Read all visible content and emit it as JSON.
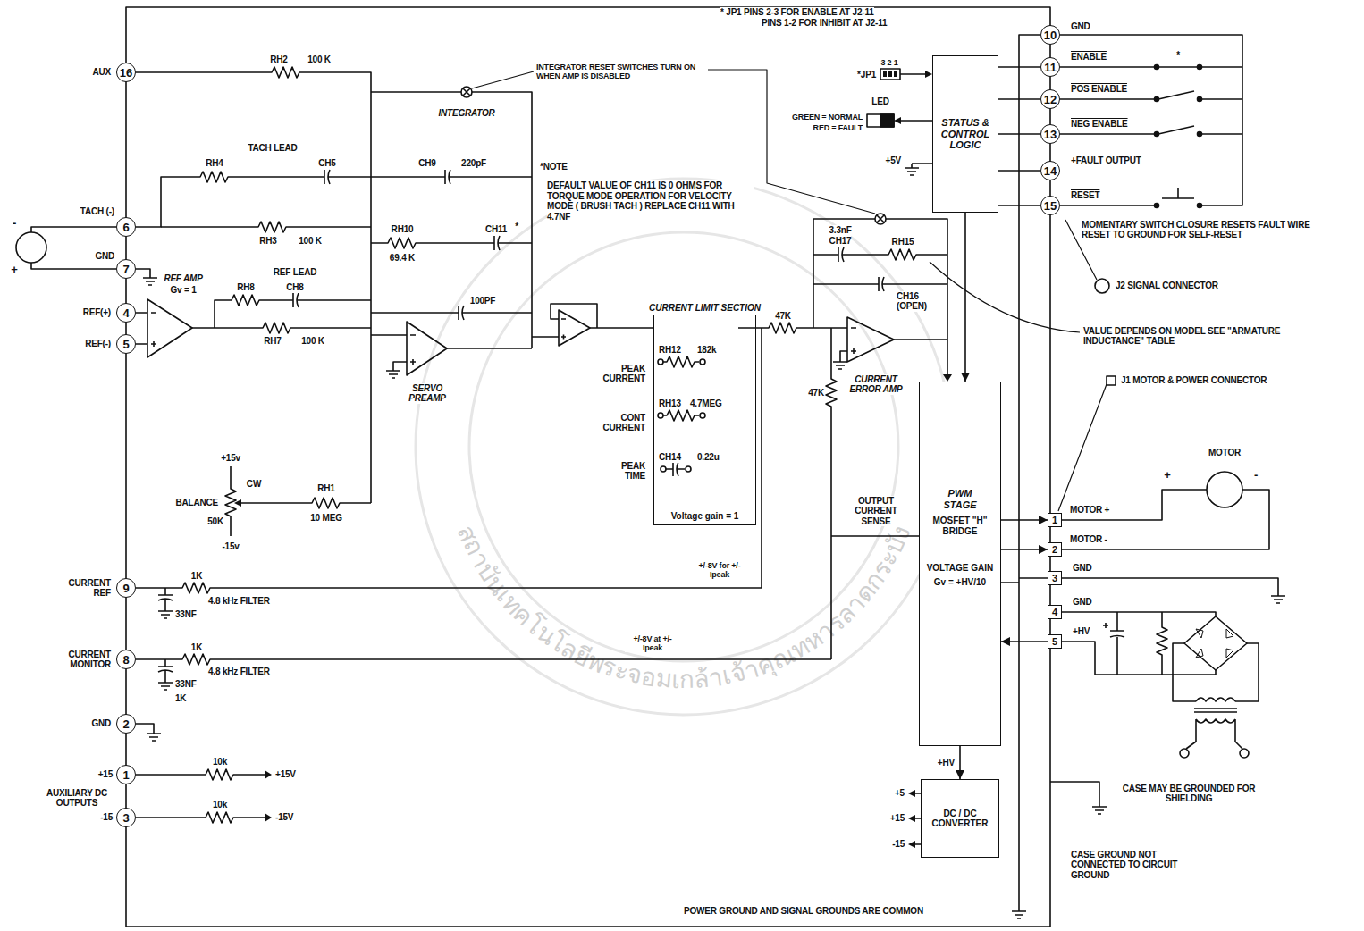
{
  "diagram": {
    "nodes": [
      {
        "text": [
          "16"
        ]
      },
      {
        "text": [
          "6"
        ]
      },
      {
        "text": [
          "7"
        ]
      },
      {
        "text": [
          "4"
        ]
      },
      {
        "text": [
          "5"
        ]
      },
      {
        "text": [
          "9"
        ]
      },
      {
        "text": [
          "8"
        ]
      },
      {
        "text": [
          "2"
        ]
      },
      {
        "text": [
          "1"
        ]
      },
      {
        "text": [
          "3"
        ]
      },
      {
        "text": [
          "STATUS & CONTROL LOGIC"
        ]
      },
      {
        "text": [
          "10"
        ]
      },
      {
        "text": [
          "11"
        ]
      },
      {
        "text": [
          "12"
        ]
      },
      {
        "text": [
          "13"
        ]
      },
      {
        "text": [
          "14"
        ]
      },
      {
        "text": [
          "15"
        ]
      },
      {
        "text": [
          "CURRENT LIMIT SECTION",
          "Voltage gain = 1"
        ]
      },
      {
        "text": [
          "PWM STAGE",
          "MOSFET \"H\" BRIDGE",
          "VOLTAGE GAIN",
          "Gv = +HV/10"
        ]
      },
      {
        "text": [
          "1"
        ]
      },
      {
        "text": [
          "2"
        ]
      },
      {
        "text": [
          "3"
        ]
      },
      {
        "text": [
          "4"
        ]
      },
      {
        "text": [
          "5"
        ]
      },
      {
        "text": [
          "DC / DC CONVERTER"
        ]
      }
    ],
    "edges": [
      {
        "from": 10,
        "to": 12,
        "arrow": "none"
      },
      {
        "from": 10,
        "to": 13,
        "arrow": "none"
      },
      {
        "from": 10,
        "to": 14,
        "arrow": "none"
      },
      {
        "from": 10,
        "to": 15,
        "arrow": "none"
      },
      {
        "from": 10,
        "to": 16,
        "arrow": "none"
      },
      {
        "from": 10,
        "to": 18,
        "arrow": "to"
      },
      {
        "from": 18,
        "to": 19,
        "arrow": "to"
      },
      {
        "from": 18,
        "to": 20,
        "arrow": "to"
      },
      {
        "from": 23,
        "to": 18,
        "arrow": "to"
      },
      {
        "from": 18,
        "to": 24,
        "arrow": "to",
        "label": "+HV"
      }
    ],
    "labels": [
      "* JP1 PINS 2-3 FOR ENABLE AT J2-11",
      "PINS 1-2 FOR INHIBIT AT J2-11",
      "AUX",
      "RH2",
      "100 K",
      "INTEGRATOR RESET SWITCHES TURN ON WHEN AMP IS DISABLED",
      "INTEGRATOR",
      "TACH (-)",
      "TACH LEAD",
      "RH4",
      "CH5",
      "CH9",
      "220pF",
      "*NOTE",
      "DEFAULT VALUE OF CH11 IS 0 OHMS FOR TORQUE MODE OPERATION FOR VELOCITY MODE ( BRUSH TACH ) REPLACE CH11 WITH 4.7NF",
      "RH10",
      "69.4 K",
      "CH11",
      "*",
      "RH3",
      "100 K",
      "GND",
      "-",
      "+",
      "REF LEAD",
      "REF AMP",
      "Gv = 1",
      "RH8",
      "CH8",
      "REF(+)",
      "REF(-)",
      "RH7",
      "100 K",
      "100PF",
      "SERVO PREAMP",
      "PEAK CURRENT",
      "RH12",
      "182k",
      "CONT CURRENT",
      "RH13",
      "4.7MEG",
      "PEAK TIME",
      "CH14",
      "0.22u",
      "47K",
      "3.3nF",
      "CH17",
      "RH15",
      "CH16 (OPEN)",
      "47K",
      "CURRENT ERROR AMP",
      "OUTPUT CURRENT SENSE",
      "BALANCE",
      "+15v",
      "CW",
      "50K",
      "-15v",
      "RH1",
      "10 MEG",
      "CURRENT REF",
      "1K",
      "4.8 kHz FILTER",
      "33NF",
      "+/-8V for +/-Ipeak",
      "+/-8V at +/-Ipeak",
      "CURRENT MONITOR",
      "1K",
      "4.8 kHz FILTER",
      "33NF",
      "1K",
      "GND",
      "AUXILIARY DC OUTPUTS",
      "+15",
      "-15",
      "10k",
      "+15V",
      "10k",
      "-15V",
      "+5V",
      "LED",
      "GREEN = NORMAL",
      "RED = FAULT",
      "*JP1",
      "3 2 1",
      "GND",
      "ENABLE",
      "*",
      "POS ENABLE",
      "NEG ENABLE",
      "+FAULT OUTPUT",
      "RESET",
      "MOMENTARY SWITCH CLOSURE RESETS FAULT WIRE RESET TO GROUND FOR SELF-RESET",
      "J2 SIGNAL CONNECTOR",
      "VALUE DEPENDS ON MODEL SEE \"ARMATURE INDUCTANCE\" TABLE",
      "J1 MOTOR & POWER CONNECTOR",
      "MOTOR",
      "+",
      "-",
      "MOTOR +",
      "MOTOR -",
      "GND",
      "GND",
      "+HV",
      "CASE MAY BE GROUNDED FOR SHIELDING",
      "CASE GROUND NOT CONNECTED TO CIRCUIT GROUND",
      "POWER GROUND AND SIGNAL GROUNDS ARE COMMON",
      "+5",
      "+15",
      "-15",
      "สถาบันเทคโนโลยีพระจอมเกล้าเจ้าคุณทหารลาดกระบัง"
    ]
  }
}
